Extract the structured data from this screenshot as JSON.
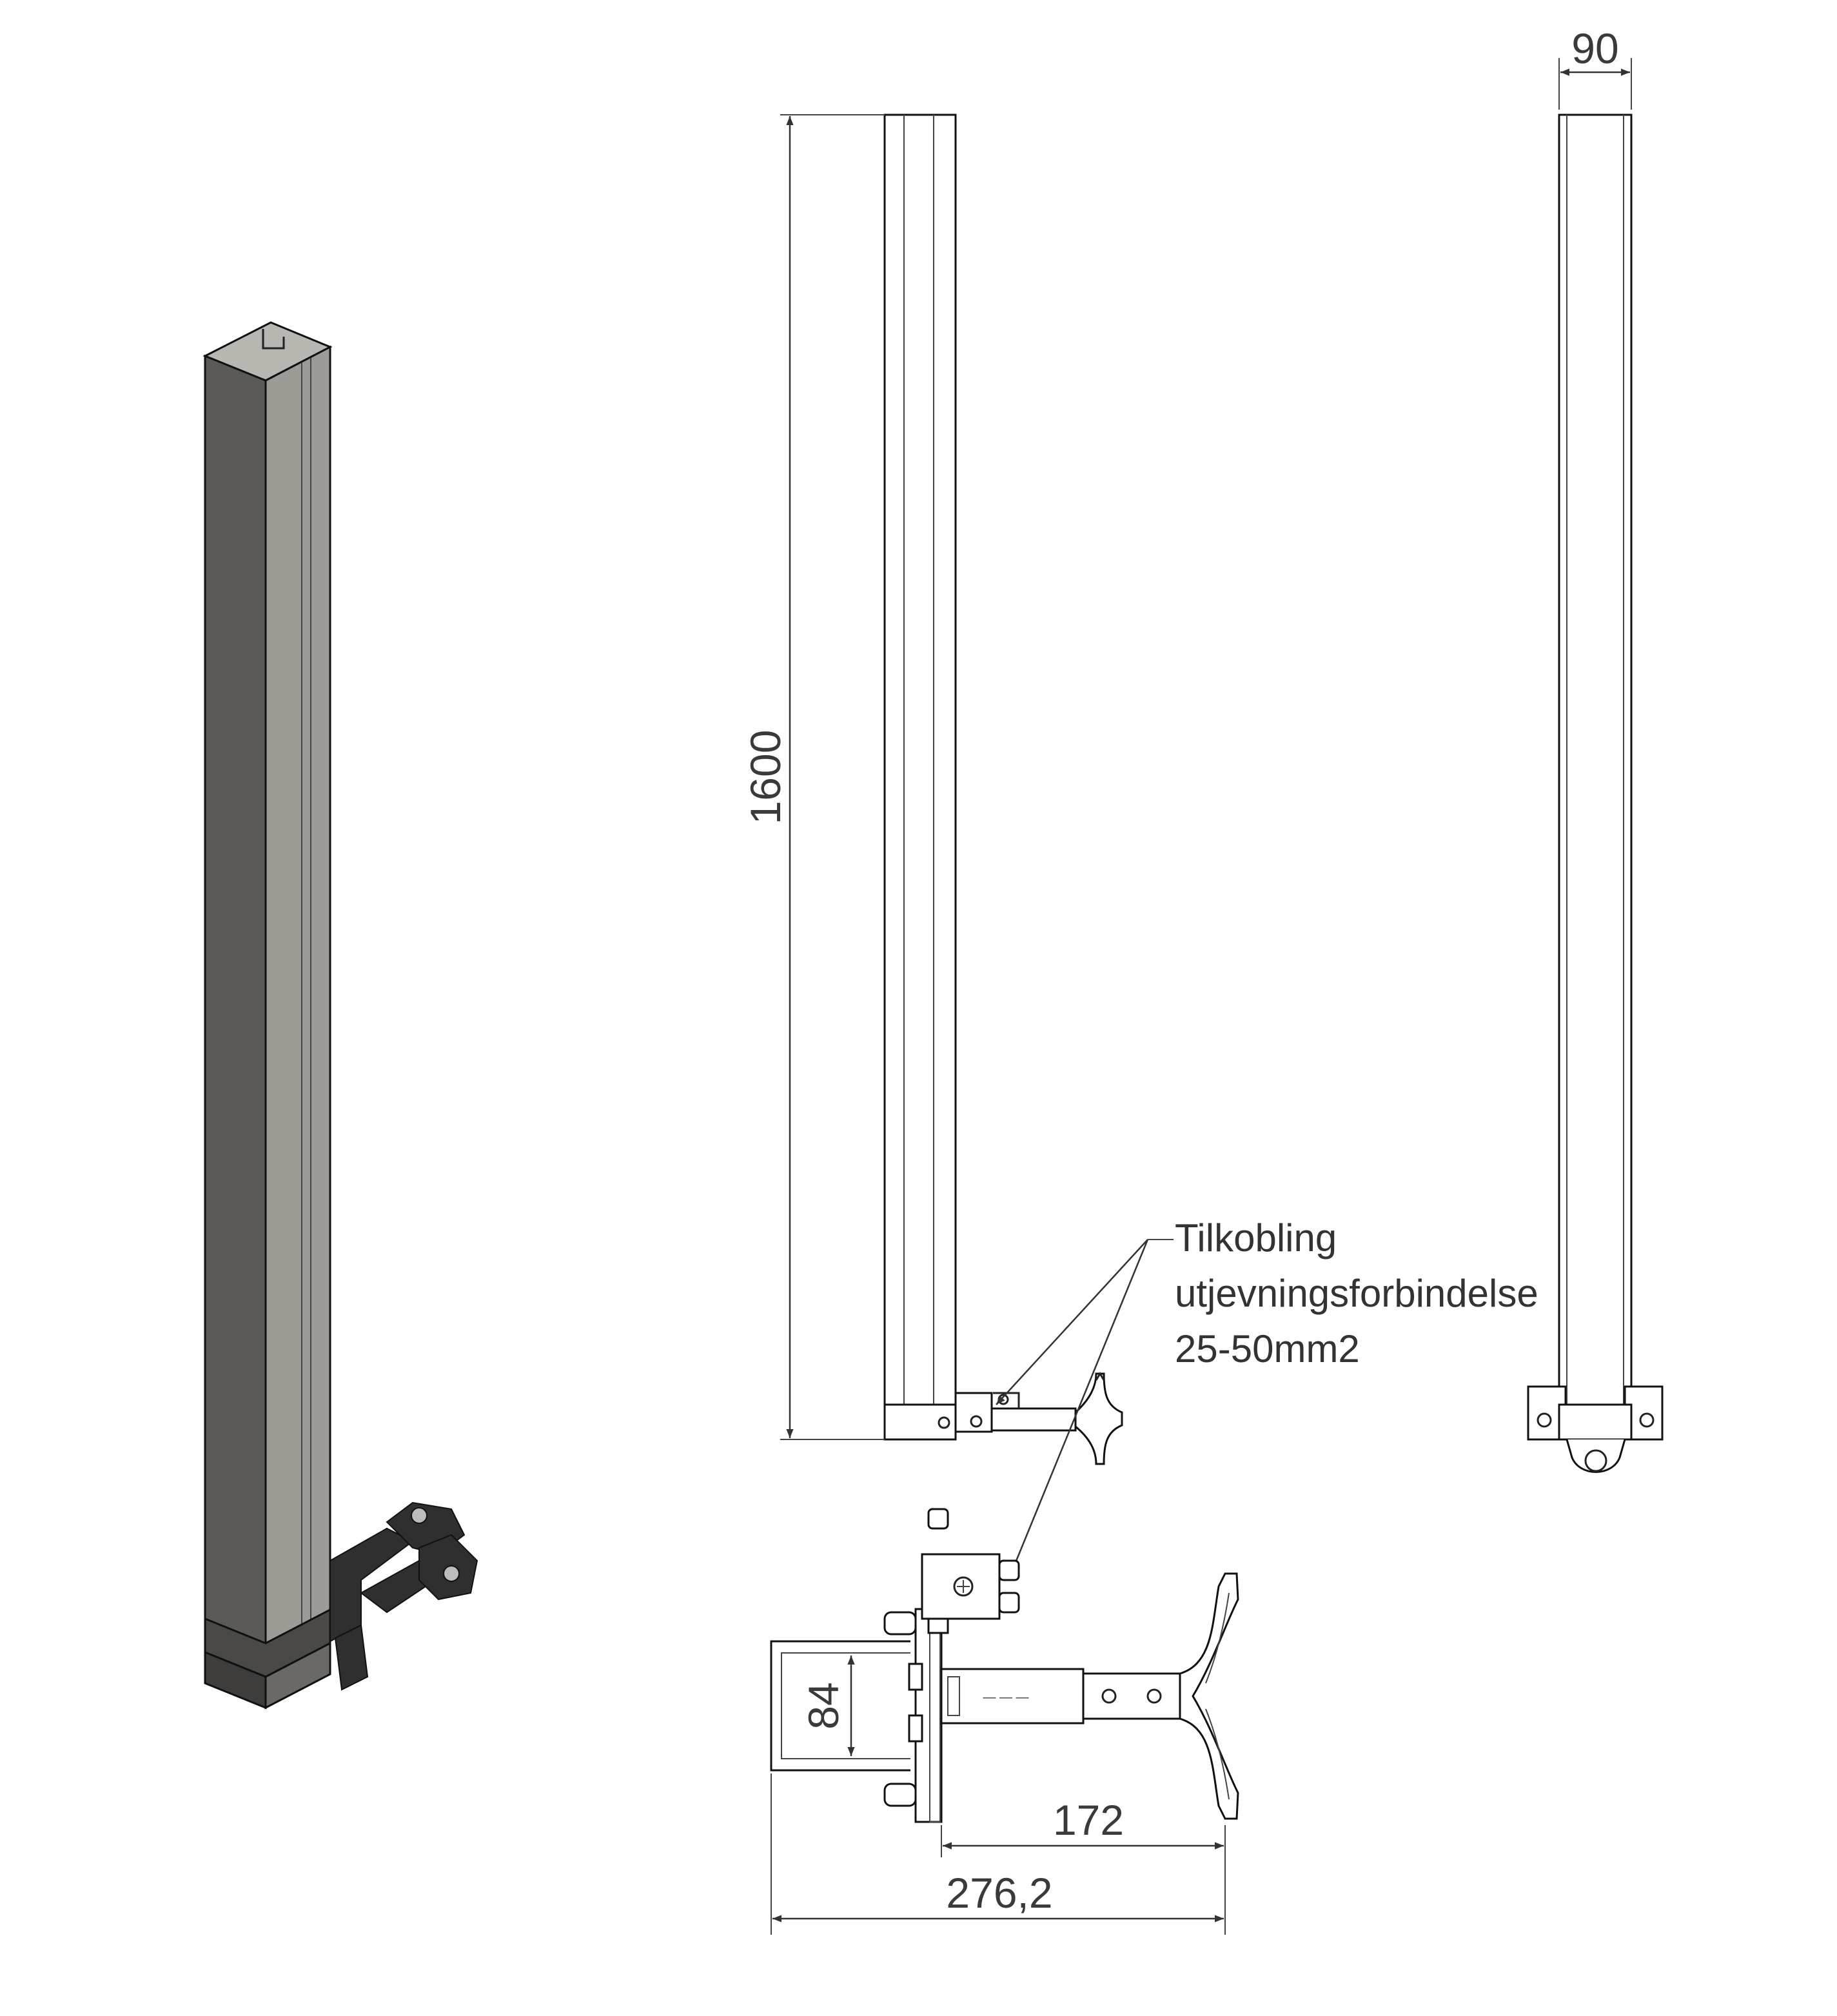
{
  "dimensions": {
    "height": "1600",
    "width_top": "90",
    "bracket_height": "84",
    "arm_length": "172",
    "total_length": "276,2"
  },
  "callout": {
    "line1": "Tilkobling",
    "line2": "utjevningsforbindelse",
    "line3": "25-50mm2"
  },
  "colors": {
    "post_dark_face": "#5b5a57",
    "post_light_face": "#9d9b96",
    "post_top": "#b9b7b2",
    "bracket_dark": "#3a3a3a",
    "line": "#222222"
  }
}
